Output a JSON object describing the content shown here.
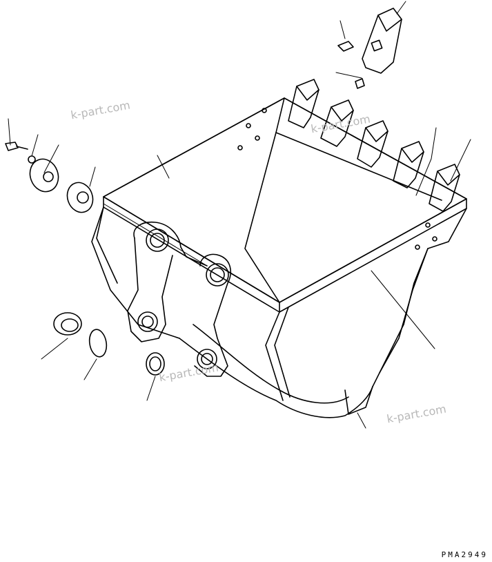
{
  "drawing": {
    "code": "PMA2949",
    "watermarks": [
      "k-part.com",
      "k-part.com",
      "k-part.com",
      "k-part.com"
    ]
  }
}
